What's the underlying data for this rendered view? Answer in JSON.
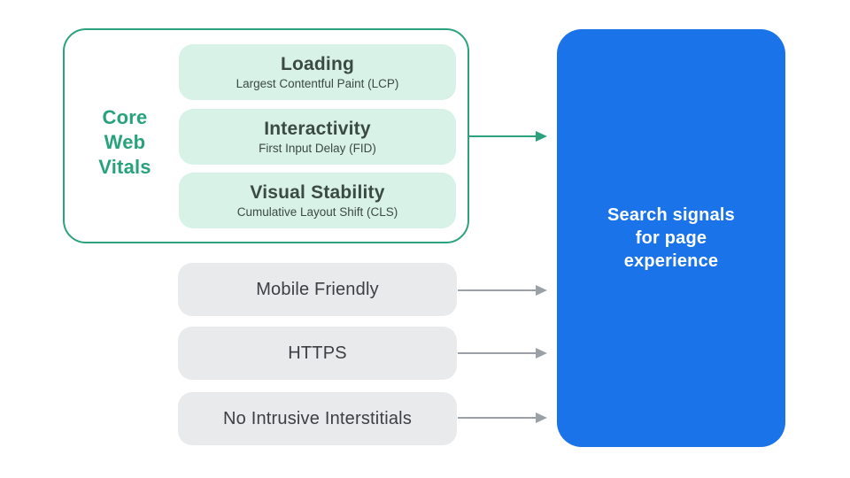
{
  "core_web_vitals": {
    "label": "Core\nWeb\nVitals",
    "items": [
      {
        "title": "Loading",
        "subtitle": "Largest Contentful Paint (LCP)"
      },
      {
        "title": "Interactivity",
        "subtitle": "First Input Delay (FID)"
      },
      {
        "title": "Visual Stability",
        "subtitle": "Cumulative Layout Shift (CLS)"
      }
    ]
  },
  "other_signals": [
    {
      "label": "Mobile Friendly"
    },
    {
      "label": "HTTPS"
    },
    {
      "label": "No Intrusive Interstitials"
    }
  ],
  "result": {
    "label": "Search signals\nfor page\nexperience"
  },
  "colors": {
    "green": "#27A27C",
    "green_border": "#2AA27D",
    "green_light": "#D9F2E7",
    "gray_box": "#E9EAEB",
    "arrow_gray": "#9AA0A6",
    "blue": "#1A73E8",
    "text_dark": "#3C4043",
    "text_green_dark": "#3B4A44",
    "text_white": "#FFFFFF"
  }
}
